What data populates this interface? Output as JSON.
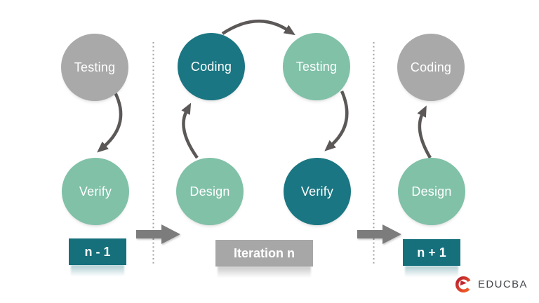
{
  "colors": {
    "teal": "#1A7682",
    "teal_box": "#15707C",
    "green": "#80C1A8",
    "gray": "#A9A9A9",
    "gray_box": "#A7A7A7",
    "arrow_stroke": "#5C5858",
    "block_arrow": "#7C7C7C",
    "dotted_line": "#A3A3A3",
    "circle_text": "#FFFFFF",
    "badge_text": "#FFFFFF",
    "logo_red_start": "#C1272D",
    "logo_red_end": "#F15A29",
    "logo_text": "#43474C"
  },
  "sections": {
    "previous": {
      "badge": "n - 1",
      "circles": [
        {
          "label": "Testing",
          "style": "gray"
        },
        {
          "label": "Verify",
          "style": "green"
        }
      ]
    },
    "current": {
      "badge": "Iteration n",
      "circles": [
        {
          "label": "Coding",
          "style": "teal"
        },
        {
          "label": "Testing",
          "style": "green"
        },
        {
          "label": "Design",
          "style": "green"
        },
        {
          "label": "Verify",
          "style": "teal"
        }
      ]
    },
    "next": {
      "badge": "n + 1",
      "circles": [
        {
          "label": "Coding",
          "style": "gray"
        },
        {
          "label": "Design",
          "style": "green"
        }
      ]
    }
  },
  "logo": {
    "brand": "EDUCBA"
  }
}
